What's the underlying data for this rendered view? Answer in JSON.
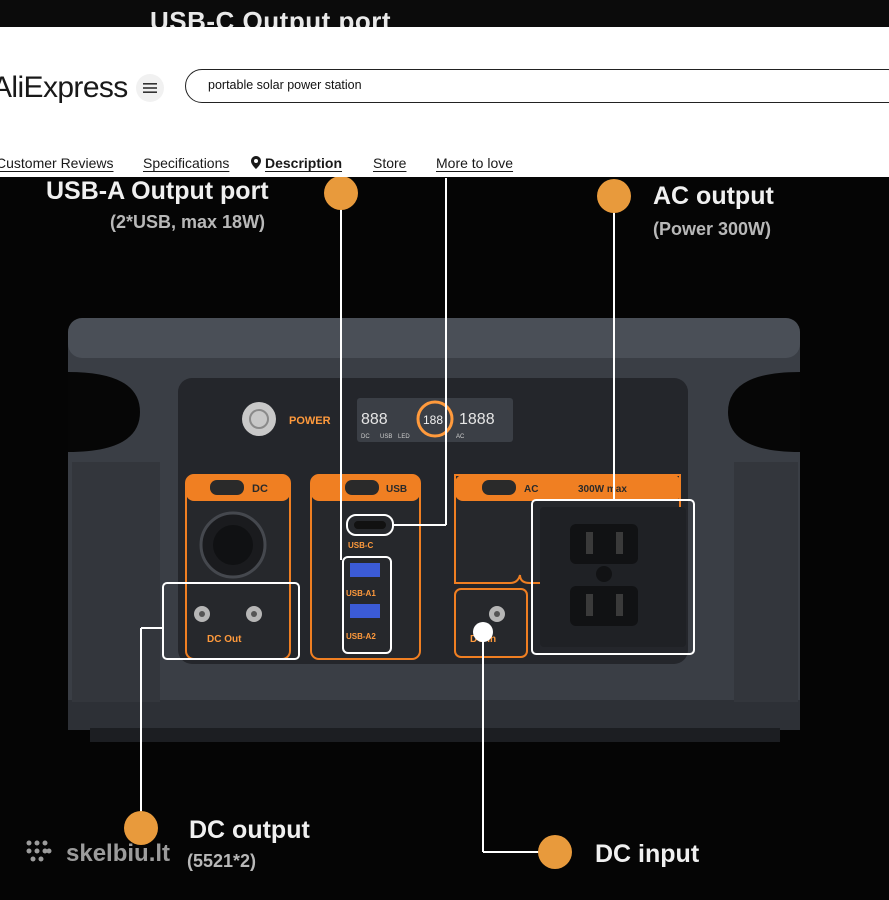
{
  "top_peek_text": "USB-C Output port",
  "header": {
    "logo": "AliExpress",
    "search_value": "portable solar power station",
    "tabs": [
      {
        "label": "Customer Reviews"
      },
      {
        "label": "Specifications"
      },
      {
        "label": "Description",
        "active": true
      },
      {
        "label": "Store"
      },
      {
        "label": "More to love"
      }
    ]
  },
  "product_image": {
    "callouts": {
      "usb_a": {
        "title": "USB-A Output port",
        "sub": "(2*USB, max 18W)"
      },
      "ac": {
        "title": "AC output",
        "sub": "(Power 300W)"
      },
      "dc_out": {
        "title": "DC output",
        "sub": "(5521*2)"
      },
      "dc_in": {
        "title": "DC input"
      }
    },
    "device": {
      "power_label": "POWER",
      "lcd_left": "888",
      "lcd_center": "188",
      "lcd_right": "1888",
      "lcd_sub_labels": [
        "DC",
        "USB",
        "LED",
        "AC"
      ],
      "dc_panel_label": "DC",
      "usb_panel_label": "USB",
      "ac_panel_label": "AC",
      "ac_rating": "300W max",
      "usb_c_label": "USB-C",
      "usb_a1_label": "USB-A1",
      "usb_a2_label": "USB-A2",
      "dc_out_label": "DC Out",
      "dc_in_label": "DC In"
    },
    "watermark": "skelbiu.lt"
  },
  "colors": {
    "accent_orange": "#e89a3c",
    "device_body": "#3b3f46",
    "panel_orange": "#f07f22"
  }
}
